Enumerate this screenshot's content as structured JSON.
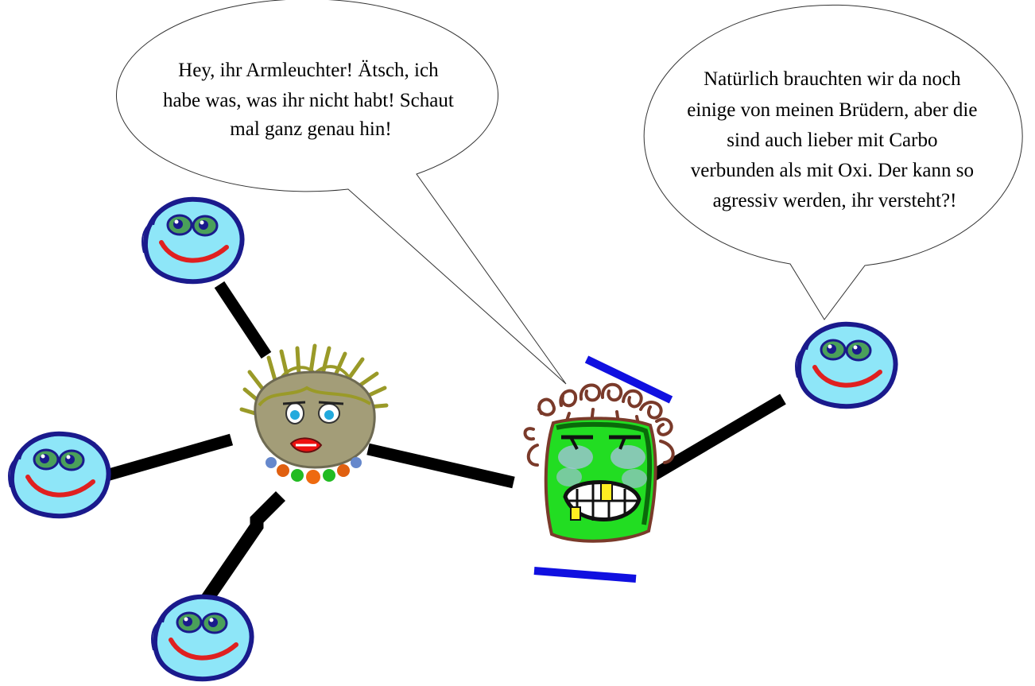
{
  "speech_bubbles": {
    "left": {
      "lines": [
        "Hey, ihr Armleuchter! Ätsch, ich",
        "habe was, was ihr nicht habt! Schaut",
        "mal ganz genau hin!"
      ]
    },
    "right": {
      "lines": [
        "Natürlich brauchten wir da noch",
        "einige von meinen Brüdern, aber die",
        "sind auch lieber mit Carbo",
        "verbunden als mit Oxi. Der kann so",
        "agressiv werden, ihr versteht?!"
      ]
    }
  },
  "colors": {
    "bond": "#000000",
    "lone_pair": "#1010e0",
    "small_face": "#8ee6f8",
    "small_face_outline": "#1a1a8c",
    "smile": "#e02020",
    "carbon_face": "#a39d78",
    "carbon_hair": "#9a9a28",
    "oxygen_face": "#22dd22",
    "oxygen_hair": "#7a3a2a"
  }
}
